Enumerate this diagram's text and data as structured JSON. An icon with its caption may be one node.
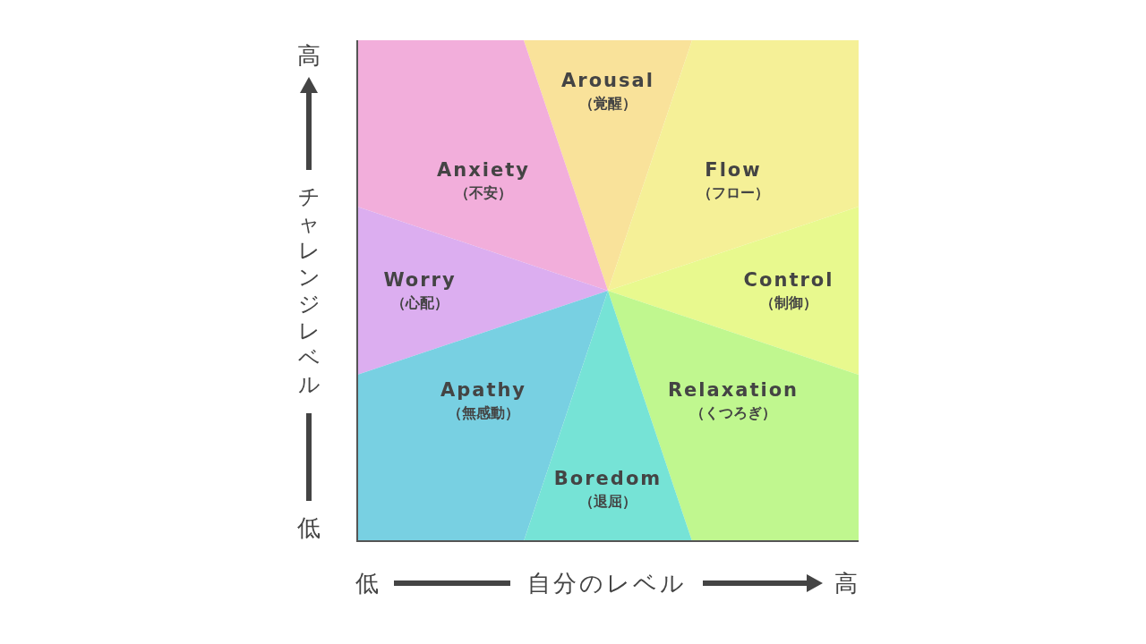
{
  "diagram": {
    "nodes": [
      {
        "text": [
          "Arousal",
          "（覚醒）"
        ]
      },
      {
        "text": [
          "Anxiety",
          "（不安）"
        ]
      },
      {
        "text": [
          "Flow",
          "（フロー）"
        ]
      },
      {
        "text": [
          "Worry",
          "（心配）"
        ]
      },
      {
        "text": [
          "Control",
          "（制御）"
        ]
      },
      {
        "text": [
          "Apathy",
          "（無感動）"
        ]
      },
      {
        "text": [
          "Relaxation",
          "（くつろぎ）"
        ]
      },
      {
        "text": [
          "Boredom",
          "（退屈）"
        ]
      }
    ],
    "labels": [
      "高",
      "チャレンジレベル",
      "低",
      "低",
      "自分のレベル",
      "高"
    ]
  }
}
